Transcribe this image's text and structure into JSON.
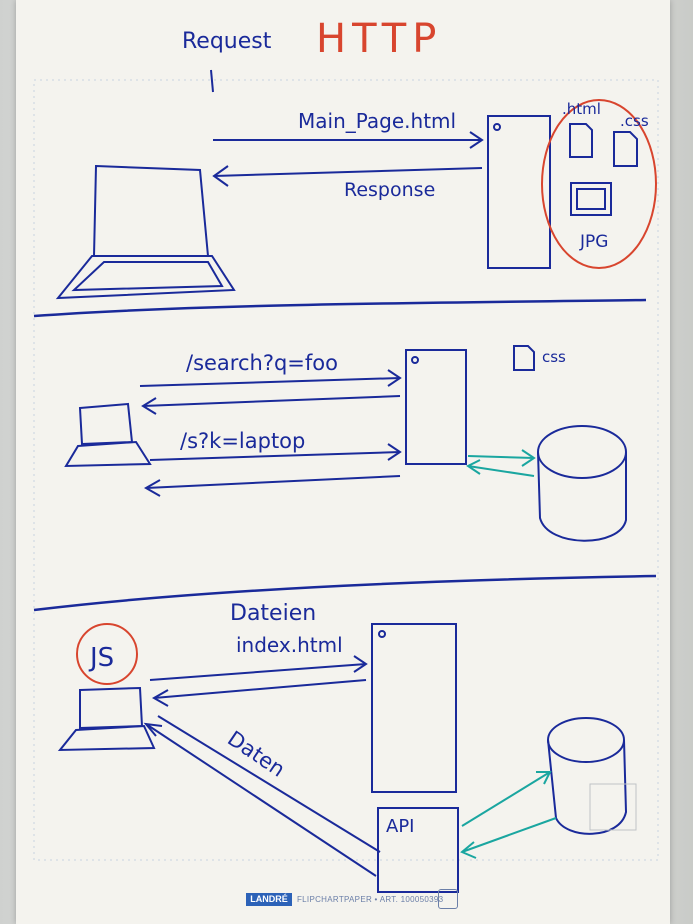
{
  "title": "HTTP",
  "request_label": "Request",
  "section1": {
    "request": "Main_Page.html",
    "response": "Response",
    "files": [
      ".html",
      ".css",
      "JPG"
    ]
  },
  "section2": {
    "request1": "/search?q=foo",
    "request2": "/s?k=laptop",
    "file": "css"
  },
  "section3": {
    "js_label": "JS",
    "files_label": "Dateien",
    "request": "index.html",
    "data_label": "Daten",
    "api_label": "API"
  },
  "footer": {
    "brand": "LANDRÉ",
    "text": "FLIPCHARTPAPER • ART. 100050393"
  },
  "colors": {
    "ink_blue": "#1a2a9a",
    "ink_red": "#d8452e",
    "ink_teal": "#1aa6a0",
    "paper": "#f4f3ee"
  }
}
